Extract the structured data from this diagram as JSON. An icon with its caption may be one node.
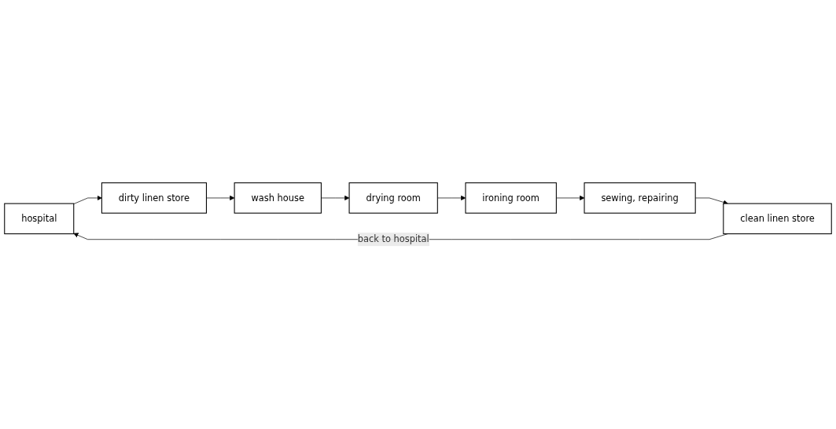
{
  "diagram": {
    "nodes": [
      {
        "text": [
          "hospital"
        ]
      },
      {
        "text": [
          "dirty linen store"
        ]
      },
      {
        "text": [
          "wash house"
        ]
      },
      {
        "text": [
          "drying room"
        ]
      },
      {
        "text": [
          "ironing room"
        ]
      },
      {
        "text": [
          "sewing, repairing"
        ]
      },
      {
        "text": [
          "clean linen store"
        ]
      }
    ],
    "edges": [
      {
        "from": 0,
        "to": 1,
        "arrow": "to"
      },
      {
        "from": 1,
        "to": 2,
        "arrow": "to"
      },
      {
        "from": 2,
        "to": 3,
        "arrow": "to"
      },
      {
        "from": 3,
        "to": 4,
        "arrow": "to"
      },
      {
        "from": 4,
        "to": 5,
        "arrow": "to"
      },
      {
        "from": 5,
        "to": 6,
        "arrow": "to"
      },
      {
        "from": 6,
        "to": 0,
        "label": "back to hospital",
        "arrow": "to"
      }
    ]
  }
}
